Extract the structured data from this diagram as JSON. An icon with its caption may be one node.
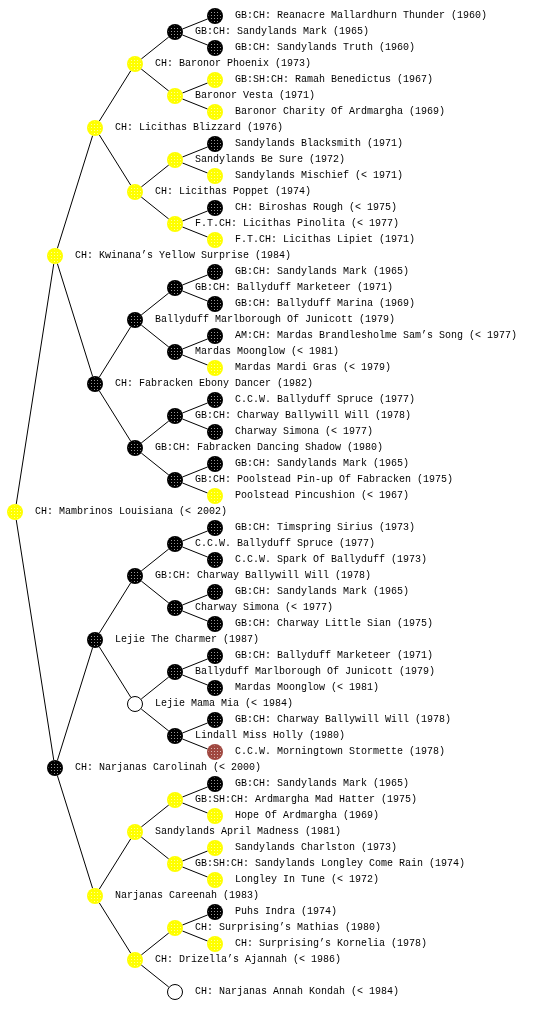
{
  "diagram": {
    "nodes": [
      {
        "text": [
          "GB:CH: Reanacre Mallardhurn Thunder (1960)"
        ]
      },
      {
        "text": [
          "GB:CH: Sandylands Mark (1965)"
        ]
      },
      {
        "text": [
          "GB:CH: Sandylands Truth (1960)"
        ]
      },
      {
        "text": [
          "CH: Baronor Phoenix (1973)"
        ]
      },
      {
        "text": [
          "GB:SH:CH: Ramah Benedictus (1967)"
        ]
      },
      {
        "text": [
          "Baronor Vesta (1971)"
        ]
      },
      {
        "text": [
          "Baronor Charity Of Ardmargha (1969)"
        ]
      },
      {
        "text": [
          "CH: Licithas Blizzard (1976)"
        ]
      },
      {
        "text": [
          "Sandylands Blacksmith (1971)"
        ]
      },
      {
        "text": [
          "Sandylands Be Sure (1972)"
        ]
      },
      {
        "text": [
          "Sandylands Mischief (< 1971)"
        ]
      },
      {
        "text": [
          "CH: Licithas Poppet (1974)"
        ]
      },
      {
        "text": [
          "CH: Biroshas Rough (< 1975)"
        ]
      },
      {
        "text": [
          "F.T.CH: Licithas Pinolita (< 1977)"
        ]
      },
      {
        "text": [
          "F.T.CH: Licithas Lipiet (1971)"
        ]
      },
      {
        "text": [
          "CH: Kwinana’s Yellow Surprise (1984)"
        ]
      },
      {
        "text": [
          "GB:CH: Sandylands Mark (1965)"
        ]
      },
      {
        "text": [
          "GB:CH: Ballyduff Marketeer (1971)"
        ]
      },
      {
        "text": [
          "GB:CH: Ballyduff Marina (1969)"
        ]
      },
      {
        "text": [
          "Ballyduff Marlborough Of Junicott (1979)"
        ]
      },
      {
        "text": [
          "AM:CH: Mardas Brandlesholme Sam’s Song (< 1977)"
        ]
      },
      {
        "text": [
          "Mardas Moonglow (< 1981)"
        ]
      },
      {
        "text": [
          "Mardas Mardi Gras (< 1979)"
        ]
      },
      {
        "text": [
          "CH: Fabracken Ebony Dancer (1982)"
        ]
      },
      {
        "text": [
          "C.C.W. Ballyduff Spruce (1977)"
        ]
      },
      {
        "text": [
          "GB:CH: Charway Ballywill Will (1978)"
        ]
      },
      {
        "text": [
          "Charway Simona (< 1977)"
        ]
      },
      {
        "text": [
          "GB:CH: Fabracken Dancing Shadow (1980)"
        ]
      },
      {
        "text": [
          "GB:CH: Sandylands Mark (1965)"
        ]
      },
      {
        "text": [
          "GB:CH: Poolstead Pin-up Of Fabracken (1975)"
        ]
      },
      {
        "text": [
          "Poolstead Pincushion (< 1967)"
        ]
      },
      {
        "text": [
          "CH: Mambrinos Louisiana (< 2002)"
        ]
      },
      {
        "text": [
          "GB:CH: Timspring Sirius (1973)"
        ]
      },
      {
        "text": [
          "C.C.W. Ballyduff Spruce (1977)"
        ]
      },
      {
        "text": [
          "C.C.W. Spark Of Ballyduff (1973)"
        ]
      },
      {
        "text": [
          "GB:CH: Charway Ballywill Will (1978)"
        ]
      },
      {
        "text": [
          "GB:CH: Sandylands Mark (1965)"
        ]
      },
      {
        "text": [
          "Charway Simona (< 1977)"
        ]
      },
      {
        "text": [
          "GB:CH: Charway Little Sian (1975)"
        ]
      },
      {
        "text": [
          "Lejie The Charmer (1987)"
        ]
      },
      {
        "text": [
          "GB:CH: Ballyduff Marketeer (1971)"
        ]
      },
      {
        "text": [
          "Ballyduff Marlborough Of Junicott (1979)"
        ]
      },
      {
        "text": [
          "Mardas Moonglow (< 1981)"
        ]
      },
      {
        "text": [
          "Lejie Mama Mia (< 1984)"
        ]
      },
      {
        "text": [
          "GB:CH: Charway Ballywill Will (1978)"
        ]
      },
      {
        "text": [
          "Lindall Miss Holly (1980)"
        ]
      },
      {
        "text": [
          "C.C.W. Morningtown Stormette (1978)"
        ]
      },
      {
        "text": [
          "CH: Narjanas Carolinah (< 2000)"
        ]
      },
      {
        "text": [
          "GB:CH: Sandylands Mark (1965)"
        ]
      },
      {
        "text": [
          "GB:SH:CH: Ardmargha Mad Hatter (1975)"
        ]
      },
      {
        "text": [
          "Hope Of Ardmargha (1969)"
        ]
      },
      {
        "text": [
          "Sandylands April Madness (1981)"
        ]
      },
      {
        "text": [
          "Sandylands Charlston (1973)"
        ]
      },
      {
        "text": [
          "GB:SH:CH: Sandylands Longley Come Rain (1974)"
        ]
      },
      {
        "text": [
          "Longley In Tune (< 1972)"
        ]
      },
      {
        "text": [
          "Narjanas Careenah (1983)"
        ]
      },
      {
        "text": [
          "Puhs Indra (1974)"
        ]
      },
      {
        "text": [
          "CH: Surprising’s Mathias (1980)"
        ]
      },
      {
        "text": [
          "CH: Surprising’s Kornelia (1978)"
        ]
      },
      {
        "text": [
          "CH: Drizella’s Ajannah (< 1986)"
        ]
      },
      {
        "text": [
          "CH: Narjanas Annah Kondah (< 1984)"
        ]
      }
    ],
    "edges": [
      {
        "from": 31,
        "to": 15,
        "arrow": "none"
      },
      {
        "from": 31,
        "to": 47,
        "arrow": "none"
      },
      {
        "from": 15,
        "to": 7,
        "arrow": "none"
      },
      {
        "from": 15,
        "to": 23,
        "arrow": "none"
      },
      {
        "from": 47,
        "to": 39,
        "arrow": "none"
      },
      {
        "from": 47,
        "to": 55,
        "arrow": "none"
      },
      {
        "from": 7,
        "to": 3,
        "arrow": "none"
      },
      {
        "from": 7,
        "to": 11,
        "arrow": "none"
      },
      {
        "from": 23,
        "to": 19,
        "arrow": "none"
      },
      {
        "from": 23,
        "to": 27,
        "arrow": "none"
      },
      {
        "from": 39,
        "to": 35,
        "arrow": "none"
      },
      {
        "from": 39,
        "to": 43,
        "arrow": "none"
      },
      {
        "from": 55,
        "to": 51,
        "arrow": "none"
      },
      {
        "from": 55,
        "to": 59,
        "arrow": "none"
      },
      {
        "from": 3,
        "to": 1,
        "arrow": "none"
      },
      {
        "from": 3,
        "to": 5,
        "arrow": "none"
      },
      {
        "from": 11,
        "to": 9,
        "arrow": "none"
      },
      {
        "from": 11,
        "to": 13,
        "arrow": "none"
      },
      {
        "from": 19,
        "to": 17,
        "arrow": "none"
      },
      {
        "from": 19,
        "to": 21,
        "arrow": "none"
      },
      {
        "from": 27,
        "to": 25,
        "arrow": "none"
      },
      {
        "from": 27,
        "to": 29,
        "arrow": "none"
      },
      {
        "from": 35,
        "to": 33,
        "arrow": "none"
      },
      {
        "from": 35,
        "to": 37,
        "arrow": "none"
      },
      {
        "from": 43,
        "to": 41,
        "arrow": "none"
      },
      {
        "from": 43,
        "to": 45,
        "arrow": "none"
      },
      {
        "from": 51,
        "to": 49,
        "arrow": "none"
      },
      {
        "from": 51,
        "to": 53,
        "arrow": "none"
      },
      {
        "from": 59,
        "to": 57,
        "arrow": "none"
      },
      {
        "from": 59,
        "to": 60,
        "arrow": "none"
      },
      {
        "from": 1,
        "to": 0,
        "arrow": "none"
      },
      {
        "from": 1,
        "to": 2,
        "arrow": "none"
      },
      {
        "from": 5,
        "to": 4,
        "arrow": "none"
      },
      {
        "from": 5,
        "to": 6,
        "arrow": "none"
      },
      {
        "from": 9,
        "to": 8,
        "arrow": "none"
      },
      {
        "from": 9,
        "to": 10,
        "arrow": "none"
      },
      {
        "from": 13,
        "to": 12,
        "arrow": "none"
      },
      {
        "from": 13,
        "to": 14,
        "arrow": "none"
      },
      {
        "from": 17,
        "to": 16,
        "arrow": "none"
      },
      {
        "from": 17,
        "to": 18,
        "arrow": "none"
      },
      {
        "from": 21,
        "to": 20,
        "arrow": "none"
      },
      {
        "from": 21,
        "to": 22,
        "arrow": "none"
      },
      {
        "from": 25,
        "to": 24,
        "arrow": "none"
      },
      {
        "from": 25,
        "to": 26,
        "arrow": "none"
      },
      {
        "from": 29,
        "to": 28,
        "arrow": "none"
      },
      {
        "from": 29,
        "to": 30,
        "arrow": "none"
      },
      {
        "from": 33,
        "to": 32,
        "arrow": "none"
      },
      {
        "from": 33,
        "to": 34,
        "arrow": "none"
      },
      {
        "from": 37,
        "to": 36,
        "arrow": "none"
      },
      {
        "from": 37,
        "to": 38,
        "arrow": "none"
      },
      {
        "from": 41,
        "to": 40,
        "arrow": "none"
      },
      {
        "from": 41,
        "to": 42,
        "arrow": "none"
      },
      {
        "from": 45,
        "to": 44,
        "arrow": "none"
      },
      {
        "from": 45,
        "to": 46,
        "arrow": "none"
      },
      {
        "from": 49,
        "to": 48,
        "arrow": "none"
      },
      {
        "from": 49,
        "to": 50,
        "arrow": "none"
      },
      {
        "from": 53,
        "to": 52,
        "arrow": "none"
      },
      {
        "from": 53,
        "to": 54,
        "arrow": "none"
      },
      {
        "from": 57,
        "to": 56,
        "arrow": "none"
      },
      {
        "from": 57,
        "to": 58,
        "arrow": "none"
      }
    ]
  }
}
